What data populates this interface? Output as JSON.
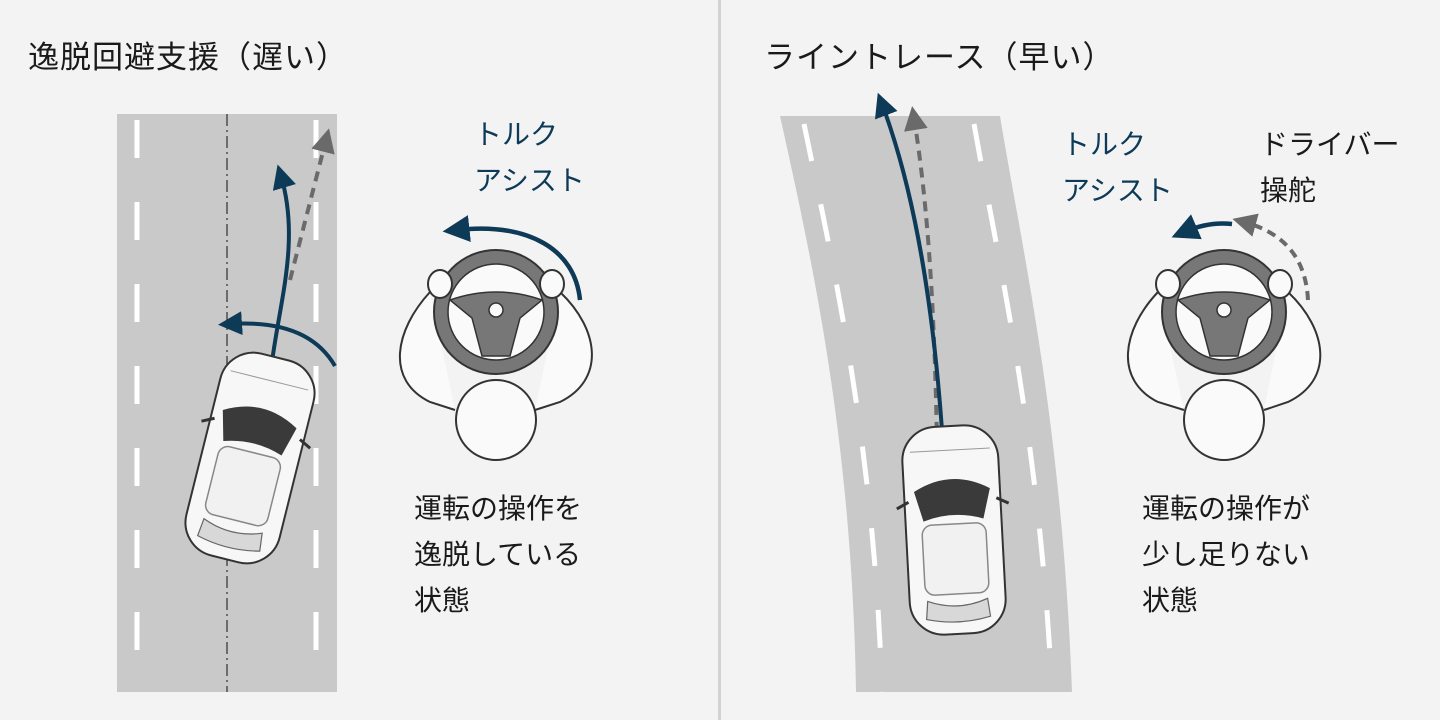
{
  "panels": [
    {
      "title": "逸脱回避支援（遅い）",
      "torque_label": [
        "トルク",
        "アシスト"
      ],
      "state_text": [
        "運転の操作を",
        "逸脱している",
        "状態"
      ]
    },
    {
      "title": "ライントレース（早い）",
      "torque_label": [
        "トルク",
        "アシスト"
      ],
      "driver_label": [
        "ドライバー",
        "操舵"
      ],
      "state_text": [
        "運転の操作が",
        "少し足りない",
        "状態"
      ]
    }
  ],
  "colors": {
    "background": "#f3f3f3",
    "road": "#c9c9ca",
    "torque_arrow": "#0d3a57",
    "driver_arrow": "#6a6a6a"
  }
}
